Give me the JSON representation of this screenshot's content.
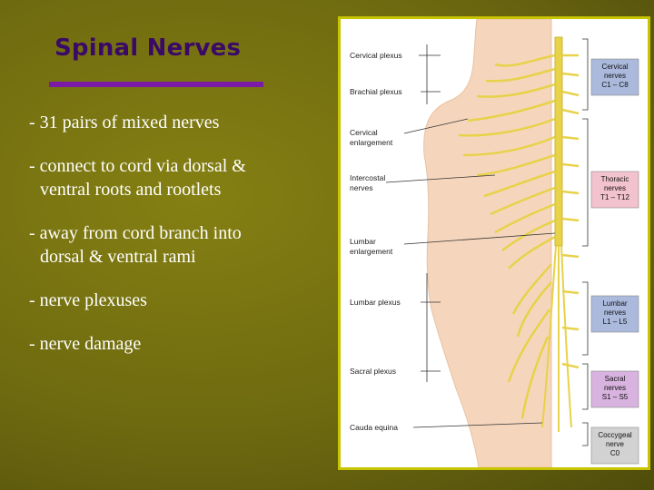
{
  "slide": {
    "title": "Spinal Nerves",
    "bullets": [
      {
        "line1": "- 31 pairs of mixed nerves",
        "line2": ""
      },
      {
        "line1": "- connect to cord via dorsal &",
        "line2": "ventral roots and rootlets"
      },
      {
        "line1": "- away from cord branch into",
        "line2": "dorsal & ventral rami"
      },
      {
        "line1": "- nerve plexuses",
        "line2": ""
      },
      {
        "line1": "- nerve damage",
        "line2": ""
      }
    ]
  },
  "figure": {
    "left_labels": {
      "cervical_plexus": "Cervical plexus",
      "brachial_plexus": "Brachial plexus",
      "cervical_enlargement_1": "Cervical",
      "cervical_enlargement_2": "enlargement",
      "intercostal_1": "Intercostal",
      "intercostal_2": "nerves",
      "lumbar_enlargement_1": "Lumbar",
      "lumbar_enlargement_2": "enlargement",
      "lumbar_plexus": "Lumbar plexus",
      "sacral_plexus": "Sacral plexus",
      "cauda_equina": "Cauda equina"
    },
    "right_boxes": {
      "cervical": {
        "line1": "Cervical",
        "line2": "nerves",
        "line3": "C1 – C8"
      },
      "thoracic": {
        "line1": "Thoracic",
        "line2": "nerves",
        "line3": "T1 – T12"
      },
      "lumbar": {
        "line1": "Lumbar",
        "line2": "nerves",
        "line3": "L1 – L5"
      },
      "sacral": {
        "line1": "Sacral",
        "line2": "nerves",
        "line3": "S1 – S5"
      },
      "coccygeal": {
        "line1": "Coccygeal",
        "line2": "nerve",
        "line3": "C0"
      }
    },
    "colors": {
      "cervical_box": "#aab9dc",
      "thoracic_box": "#f2c2cf",
      "lumbar_box": "#aab9dc",
      "sacral_box": "#d9b3e0",
      "coccygeal_box": "#d2d2d2",
      "skin": "#f5d6bc",
      "nerve": "#e7d24a"
    }
  }
}
